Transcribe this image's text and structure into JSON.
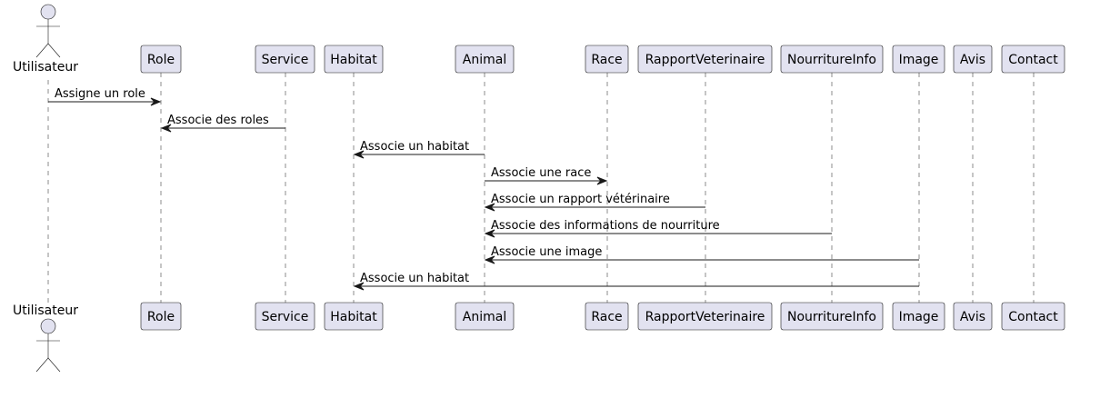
{
  "diagram": {
    "type": "sequence",
    "actor": {
      "id": "utilisateur",
      "label": "Utilisateur"
    },
    "participants": [
      {
        "id": "role",
        "label": "Role"
      },
      {
        "id": "service",
        "label": "Service"
      },
      {
        "id": "habitat",
        "label": "Habitat"
      },
      {
        "id": "animal",
        "label": "Animal"
      },
      {
        "id": "race",
        "label": "Race"
      },
      {
        "id": "rapportveterinaire",
        "label": "RapportVeterinaire"
      },
      {
        "id": "nourritureinfo",
        "label": "NourritureInfo"
      },
      {
        "id": "image",
        "label": "Image"
      },
      {
        "id": "avis",
        "label": "Avis"
      },
      {
        "id": "contact",
        "label": "Contact"
      }
    ],
    "messages": [
      {
        "from": "utilisateur",
        "to": "role",
        "label": "Assigne un role"
      },
      {
        "from": "service",
        "to": "role",
        "label": "Associe des roles"
      },
      {
        "from": "animal",
        "to": "habitat",
        "label": "Associe un habitat"
      },
      {
        "from": "animal",
        "to": "race",
        "label": "Associe une race"
      },
      {
        "from": "rapportveterinaire",
        "to": "animal",
        "label": "Associe un rapport vétérinaire"
      },
      {
        "from": "nourritureinfo",
        "to": "animal",
        "label": "Associe des informations de nourriture"
      },
      {
        "from": "image",
        "to": "animal",
        "label": "Associe une image"
      },
      {
        "from": "image",
        "to": "habitat",
        "label": "Associe un habitat"
      }
    ],
    "colors": {
      "participant_fill": "#e2e2f0",
      "stroke": "#181818",
      "background": "#ffffff"
    }
  }
}
